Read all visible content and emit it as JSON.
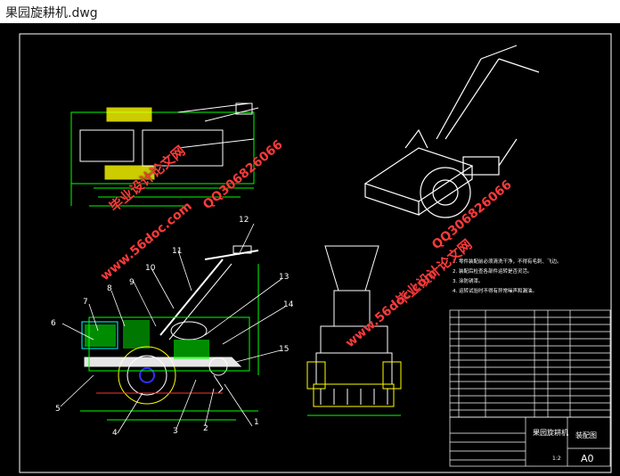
{
  "window": {
    "title": "果园旋耕机.dwg"
  },
  "colors": {
    "canvas": "#000000",
    "drawing": "#ffffff",
    "dims": "#00ff00",
    "hatch": "#ffff00",
    "accent": "#00ffff",
    "watermark": "#ff3a3a"
  },
  "drawing": {
    "part_labels": [
      "1",
      "2",
      "3",
      "4",
      "5",
      "6",
      "7",
      "8",
      "9",
      "10",
      "11",
      "12",
      "13",
      "14",
      "15"
    ],
    "notes": [
      "1. 零件装配前必须清洗干净，不得有毛刺、飞边。",
      "2. 装配后检查各部件运转是否灵活。",
      "3. 涂防锈漆。",
      "4. 运转试验时不得有异常噪声和漏油。"
    ],
    "title_block": {
      "drawing_name": "果园旋耕机",
      "drawing_no": "装配图",
      "sheet_size": "A0",
      "scale": "1:2"
    }
  },
  "watermarks": {
    "site_cn": "毕业设计论文网",
    "site_url": "www.56doc.com",
    "qq": "QQ306826066"
  }
}
